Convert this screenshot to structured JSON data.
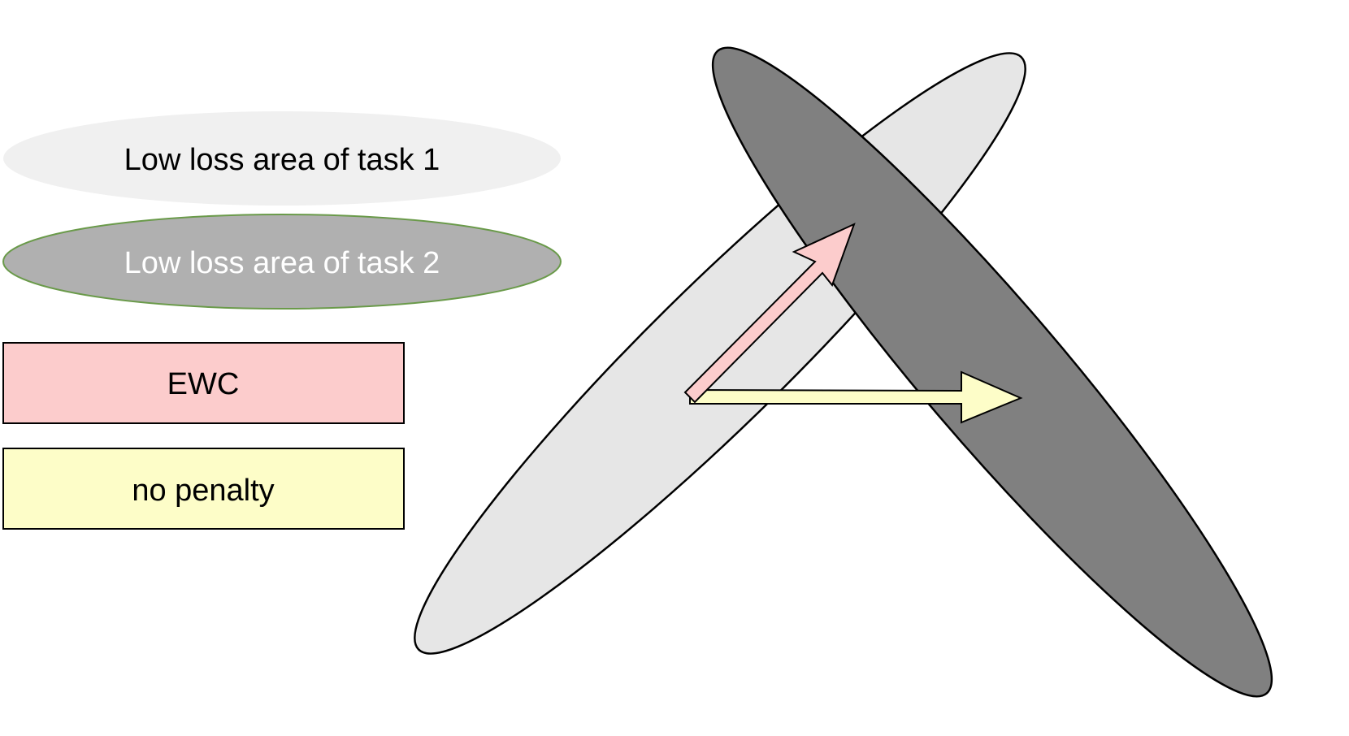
{
  "legend": {
    "task1_label": "Low loss area of task 1",
    "task2_label": "Low loss area of task 2",
    "ewc_label": "EWC",
    "no_penalty_label": "no penalty"
  },
  "colors": {
    "task1_legend_fill": "#f0f0f0",
    "task2_legend_fill": "#b0b0b0",
    "task2_legend_stroke": "#6a9a4a",
    "task1_area_fill": "#e6e6e6",
    "task2_area_fill": "#808080",
    "ewc_fill": "#fccccc",
    "no_penalty_fill": "#fdfdc8",
    "outline": "#000000"
  },
  "icons": {
    "ewc_arrow": "arrow-up-right",
    "no_penalty_arrow": "arrow-right"
  }
}
